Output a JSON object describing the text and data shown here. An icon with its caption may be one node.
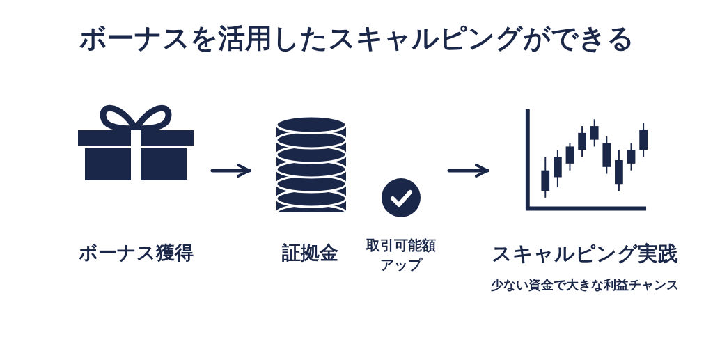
{
  "diagram": {
    "title": "ボーナスを活用したスキャルピングができる",
    "nodes": [
      {
        "text": [
          "ボーナス獲得"
        ]
      },
      {
        "text": [
          "証拠金",
          "取引可能額アップ"
        ]
      },
      {
        "text": [
          "スキャルピング実践",
          "少ない資金で大きな利益チャンス"
        ]
      }
    ],
    "edges": [
      {
        "from": 0,
        "to": 1,
        "arrow": "to"
      },
      {
        "from": 1,
        "to": 2,
        "arrow": "to"
      }
    ]
  }
}
